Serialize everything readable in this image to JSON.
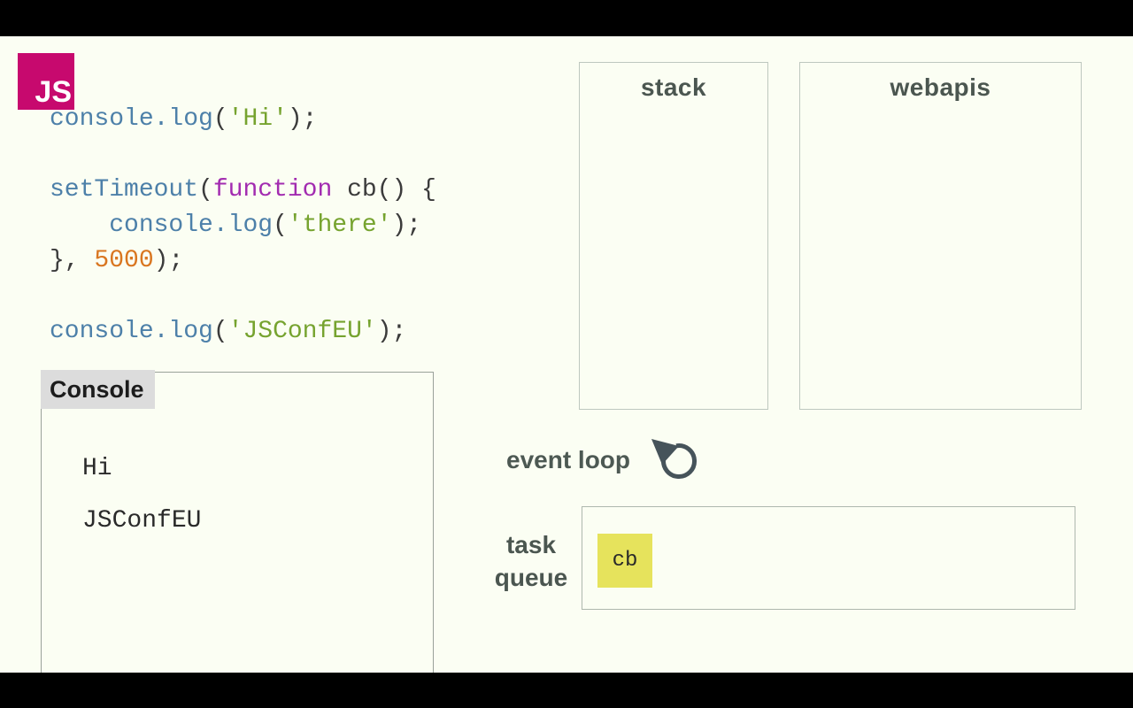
{
  "page": {
    "background": "#fbfef3",
    "letterbox_color": "#000000"
  },
  "logo": {
    "text": "JS",
    "bg": "#c7096e",
    "fg": "#ffffff"
  },
  "code": {
    "colors": {
      "ident": "#4d80a9",
      "keyword": "#a22bb0",
      "string": "#76a32f",
      "number": "#d97620",
      "plain": "#3b3b3b"
    },
    "lines": [
      [
        {
          "t": "console.log",
          "c": "ident"
        },
        {
          "t": "(",
          "c": "plain"
        },
        {
          "t": "'Hi'",
          "c": "string"
        },
        {
          "t": ");",
          "c": "plain"
        }
      ],
      [],
      [
        {
          "t": "setTimeout",
          "c": "ident"
        },
        {
          "t": "(",
          "c": "plain"
        },
        {
          "t": "function",
          "c": "keyword"
        },
        {
          "t": " cb() {",
          "c": "plain"
        }
      ],
      [
        {
          "t": "    ",
          "c": "plain"
        },
        {
          "t": "console.log",
          "c": "ident"
        },
        {
          "t": "(",
          "c": "plain"
        },
        {
          "t": "'there'",
          "c": "string"
        },
        {
          "t": ");",
          "c": "plain"
        }
      ],
      [
        {
          "t": "}, ",
          "c": "plain"
        },
        {
          "t": "5000",
          "c": "number"
        },
        {
          "t": ");",
          "c": "plain"
        }
      ],
      [],
      [
        {
          "t": "console.log",
          "c": "ident"
        },
        {
          "t": "(",
          "c": "plain"
        },
        {
          "t": "'JSConfEU'",
          "c": "string"
        },
        {
          "t": ");",
          "c": "plain"
        }
      ]
    ]
  },
  "console_panel": {
    "title": "Console",
    "entries": [
      "Hi",
      "JSConfEU"
    ]
  },
  "stack_panel": {
    "title": "stack",
    "frames": []
  },
  "webapis_panel": {
    "title": "webapis",
    "items": []
  },
  "event_loop": {
    "label": "event loop",
    "icon": "counterclockwise-arrow-icon",
    "icon_color": "#46535a"
  },
  "task_queue": {
    "label_line1": "task",
    "label_line2": "queue",
    "tasks": [
      "cb"
    ],
    "task_color": "#e6e35c"
  }
}
